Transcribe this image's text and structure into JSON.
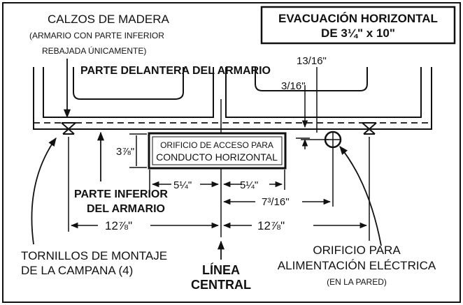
{
  "title": {
    "line1": "EVACUACIÓN HORIZONTAL",
    "line2": "DE 3¼\" x 10\""
  },
  "labels": {
    "wood_blocks": "CALZOS DE MADERA",
    "wood_blocks_note_1": "(ARMARIO CON PARTE INFERIOR",
    "wood_blocks_note_2": "REBAJADA ÚNICAMENTE)",
    "cabinet_front": "PARTE DELANTERA DEL ARMARIO",
    "access_hole_1": "ORIFICIO DE ACCESO PARA",
    "access_hole_2": "CONDUCTO HORIZONTAL",
    "cabinet_bottom_1": "PARTE INFERIOR",
    "cabinet_bottom_2": "DEL ARMARIO",
    "screws_1": "TORNILLOS DE MONTAJE",
    "screws_2": "DE LA CAMPANA (4)",
    "centerline_1": "LÍNEA",
    "centerline_2": "CENTRAL",
    "power_hole_1": "ORIFICIO PARA",
    "power_hole_2": "ALIMENTACIÓN ELÉCTRICA",
    "power_hole_3": "(EN LA PARED)"
  },
  "dimensions": {
    "d_13_16": "13/16\"",
    "d_3_16": "3/16\"",
    "d_3_7_8": "3⅞\"",
    "d_5_1_4_left": "5¼\"",
    "d_5_1_4_right": "5¼\"",
    "d_7_3_16": "7³/16\"",
    "d_12_7_8_left": "12⅞\"",
    "d_12_7_8_right": "12⅞\""
  }
}
